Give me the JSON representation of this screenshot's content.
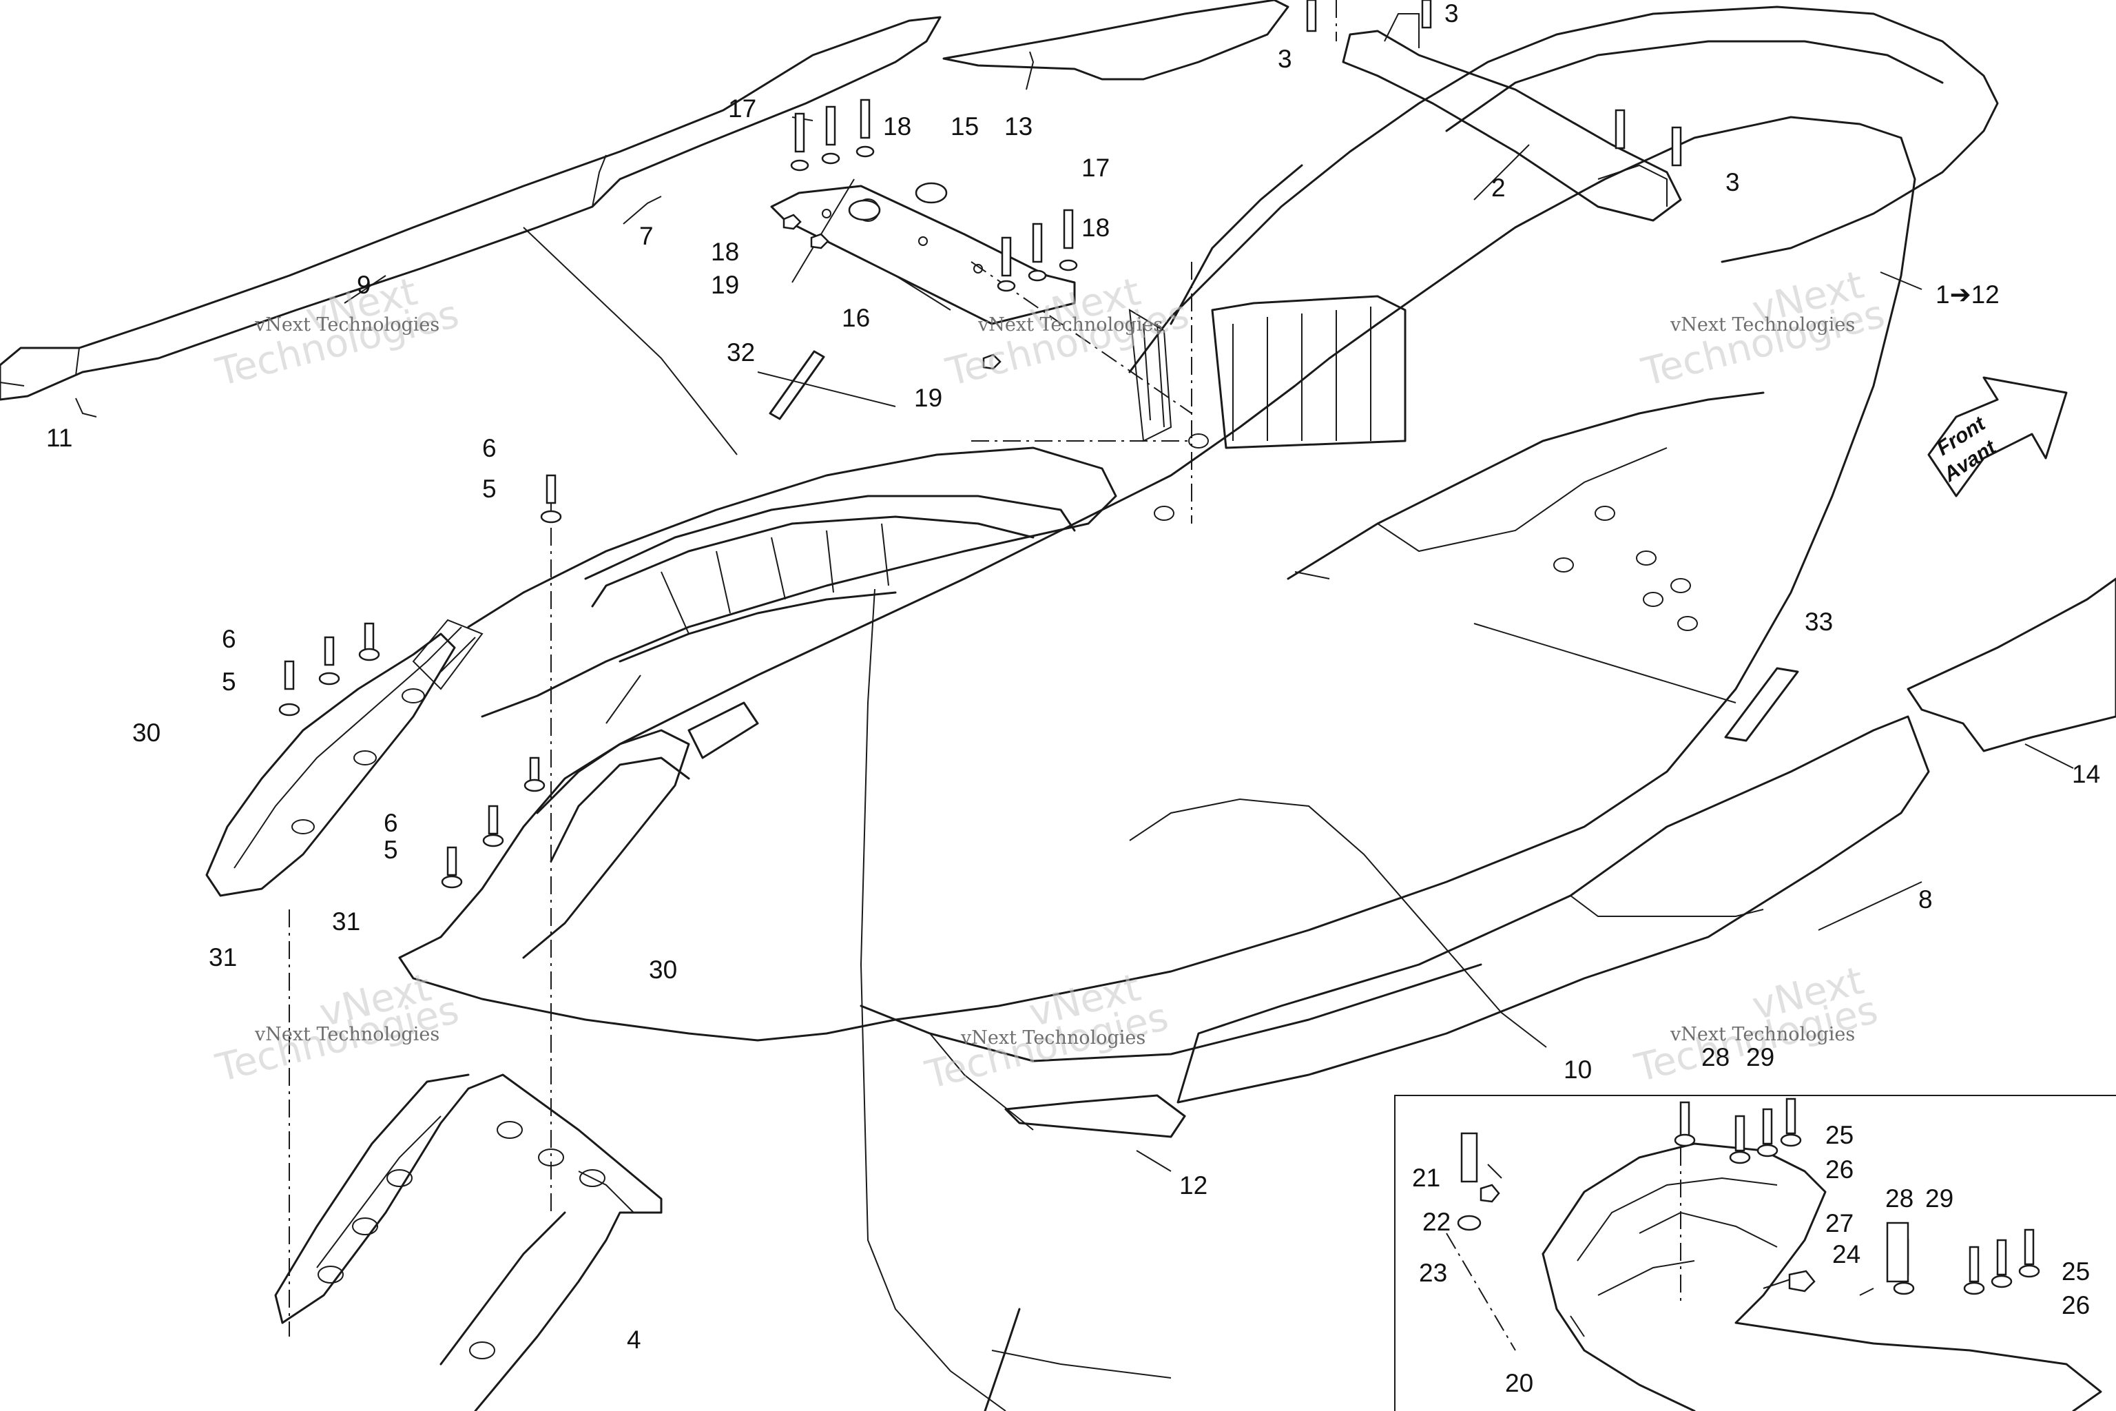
{
  "diagram": {
    "callouts": [
      "1➔12",
      "2",
      "3",
      "3",
      "3",
      "4",
      "5",
      "5",
      "5",
      "6",
      "6",
      "6",
      "7",
      "8",
      "9",
      "10",
      "11",
      "12",
      "13",
      "14",
      "15",
      "16",
      "17",
      "17",
      "18",
      "18",
      "18",
      "19",
      "19",
      "20",
      "21",
      "22",
      "23",
      "24",
      "25",
      "25",
      "26",
      "26",
      "27",
      "28",
      "28",
      "29",
      "29",
      "30",
      "30",
      "31",
      "31",
      "32",
      "33"
    ],
    "front_label_line1": "Front",
    "front_label_line2": "Avant",
    "watermark": {
      "brand": "vNext",
      "word": "Technologies",
      "caption": "vNext Technologies"
    }
  }
}
